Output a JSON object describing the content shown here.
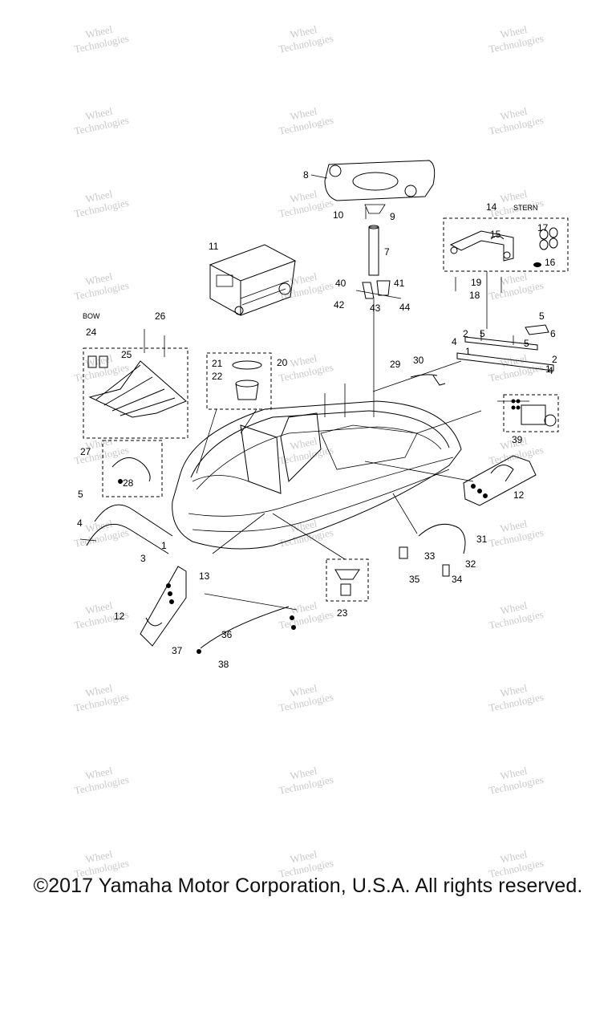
{
  "watermark": {
    "line1": "Wheel",
    "line2": "Technologies"
  },
  "copyright": "©2017 Yamaha Motor Corporation, U.S.A. All rights reserved.",
  "side_labels": {
    "stern": "STERN",
    "bow": "BOW"
  },
  "callouts": [
    "1",
    "1",
    "1",
    "2",
    "2",
    "3",
    "4",
    "4",
    "4",
    "5",
    "5",
    "5",
    "5",
    "6",
    "7",
    "8",
    "9",
    "10",
    "11",
    "12",
    "12",
    "13",
    "14",
    "15",
    "16",
    "17",
    "18",
    "19",
    "20",
    "21",
    "22",
    "23",
    "24",
    "25",
    "26",
    "27",
    "28",
    "29",
    "30",
    "31",
    "32",
    "33",
    "34",
    "35",
    "36",
    "37",
    "38",
    "39",
    "40",
    "41",
    "42",
    "43",
    "44"
  ]
}
